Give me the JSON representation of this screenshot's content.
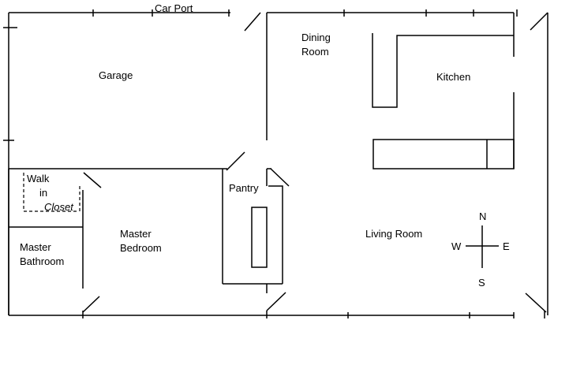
{
  "labels": {
    "car_port": "Car Port",
    "garage": "Garage",
    "dining_room": [
      "Dining",
      "Room"
    ],
    "kitchen": "Kitchen",
    "pantry": "Pantry",
    "walk_in_closet": [
      "Walk",
      "in",
      "Closet"
    ],
    "master_bathroom": [
      "Master",
      "Bathroom"
    ],
    "master_bedroom": [
      "Master",
      "Bedroom"
    ],
    "living_room": "Living Room"
  },
  "compass": {
    "north": "N",
    "south": "S",
    "east": "E",
    "west": "W"
  }
}
